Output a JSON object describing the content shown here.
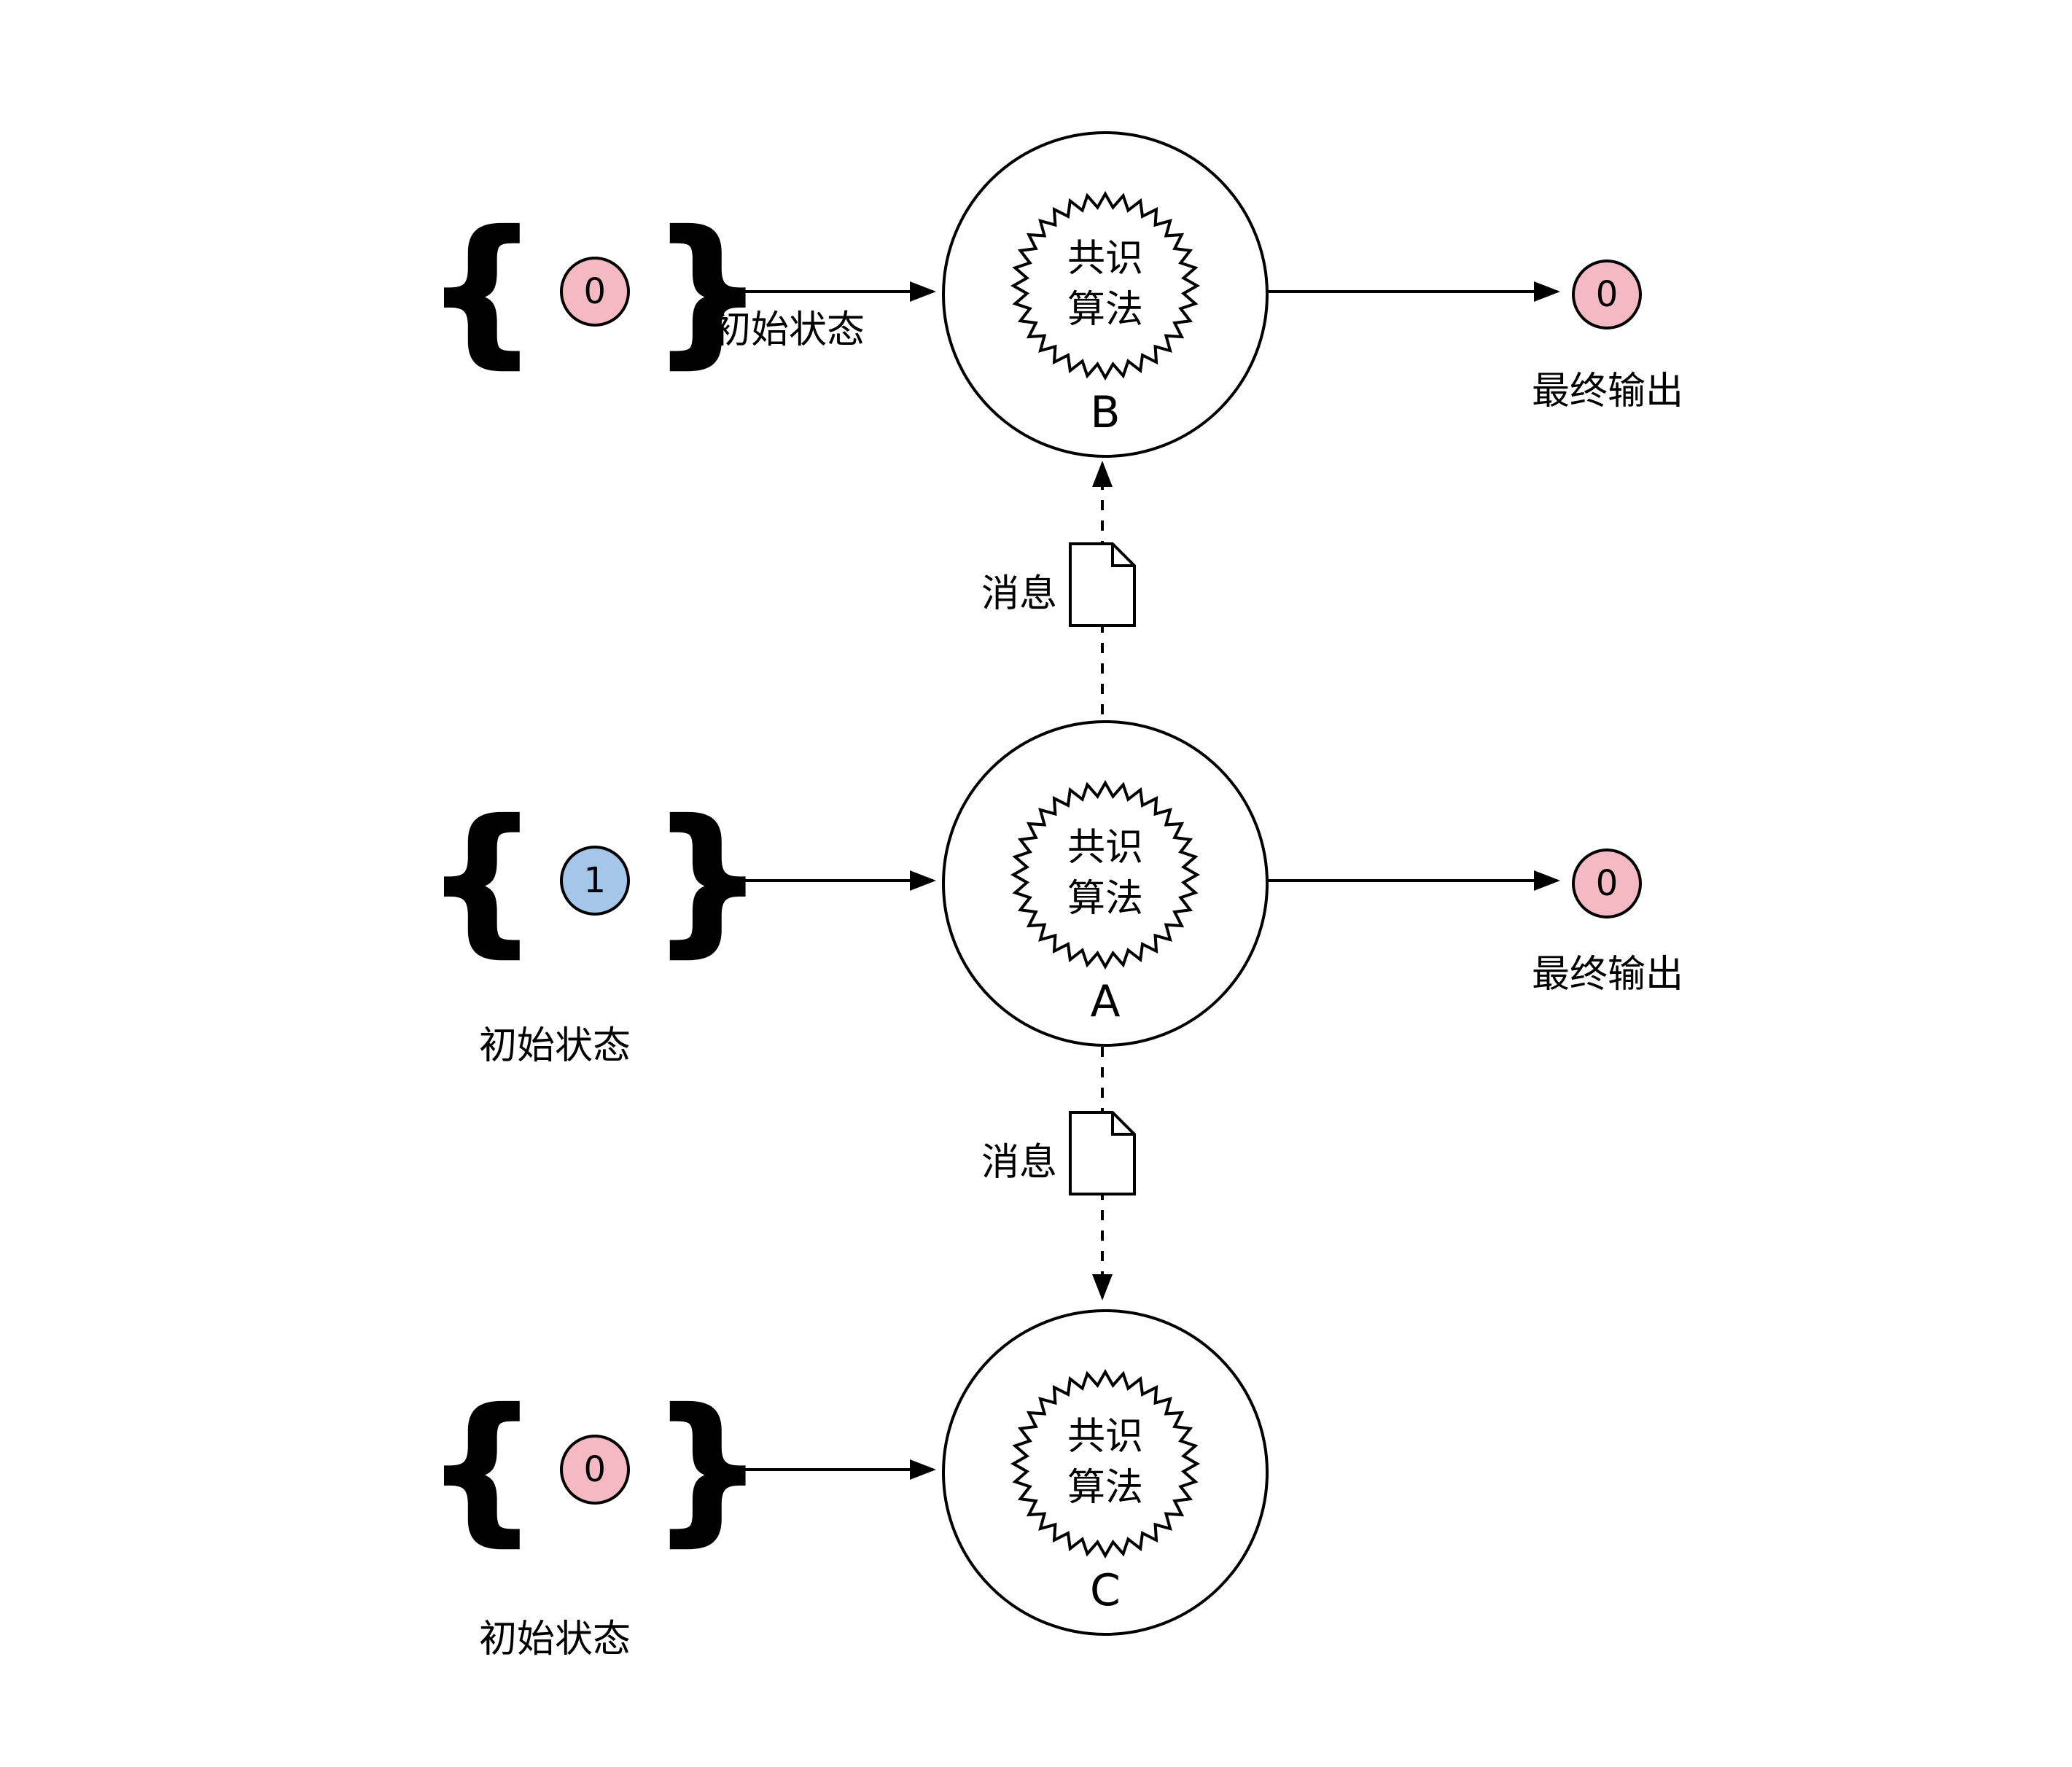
{
  "colors": {
    "pink": "#f5b9c3",
    "blue": "#a3c6e9",
    "stroke": "#000000"
  },
  "symbols": {
    "brace_left": "{",
    "brace_right": "}"
  },
  "rows": {
    "b": {
      "input_value": "0",
      "input_color": "pink",
      "input_label": "初始状态",
      "seal_line1": "共识",
      "seal_line2": "算法",
      "letter": "B",
      "output_value": "0",
      "output_label": "最终输出"
    },
    "a": {
      "input_value": "1",
      "input_color": "blue",
      "input_label": "初始状态",
      "seal_line1": "共识",
      "seal_line2": "算法",
      "letter": "A",
      "output_value": "0",
      "output_label": "最终输出"
    },
    "c": {
      "input_value": "0",
      "input_color": "pink",
      "input_label": "初始状态",
      "seal_line1": "共识",
      "seal_line2": "算法",
      "letter": "C"
    }
  },
  "messages": {
    "top": {
      "label": "消息"
    },
    "bottom": {
      "label": "消息"
    }
  }
}
